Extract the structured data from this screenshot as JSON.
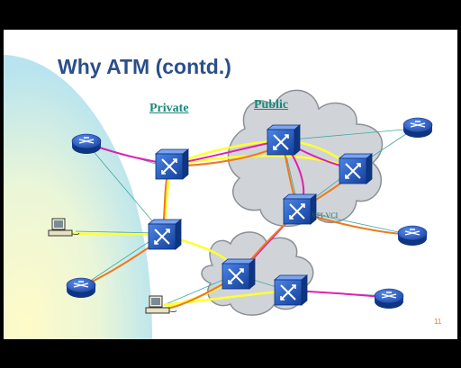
{
  "slide": {
    "title": "Why ATM (contd.)",
    "private_label": "Private",
    "public_label": "Public",
    "vpi_label": "VPI-VCI",
    "page_number": "11"
  },
  "colors": {
    "title": "#2b4f8a",
    "label": "#1a8a7a",
    "switch": "#1e4fb4",
    "router": "#1e4fb4",
    "cloud": "#d0d4d8",
    "yellow_link": "#ffff33",
    "magenta_link": "#e020b0",
    "orange_link": "#f07820",
    "teal_link": "#40a8a0"
  }
}
